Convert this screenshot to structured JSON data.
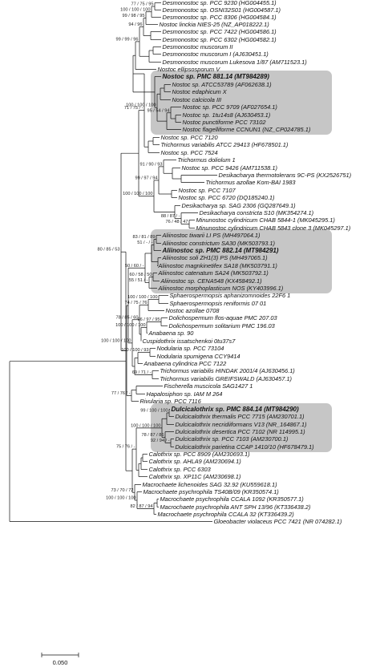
{
  "highlight_color": "#c6c6c6",
  "scale_bar": {
    "label": "0.050"
  },
  "taxa": [
    {
      "id": "t1",
      "label": "Desmonostoc sp. PCC 9230 (HG004455.1)"
    },
    {
      "id": "t2",
      "label": "Desmonostoc sp. OSNI32S01 (HG004587.1)"
    },
    {
      "id": "t3",
      "label": "Desmonostoc sp. PCC 8306 (HG004584.1)"
    },
    {
      "id": "t4",
      "label": "Nostoc linckia NIES-25 (NZ_AP018222.1)"
    },
    {
      "id": "t5",
      "label": "Desmonostoc sp. PCC 7422 (HG004586.1)"
    },
    {
      "id": "t6",
      "label": "Desmonostoc sp. PCC 6302 (HG004582.1)"
    },
    {
      "id": "t7",
      "label": "Desmonostoc muscorum II"
    },
    {
      "id": "t8",
      "label": "Desmonostoc muscorum I (AJ630451.1)"
    },
    {
      "id": "t9",
      "label": "Desmonostoc muscorum Lukesova 1/87 (AM711523.1)"
    },
    {
      "id": "t10",
      "label": "Nostoc ellipsosporum V"
    },
    {
      "id": "t11",
      "label": "Nostoc sp. PMC 881.14 (MT984289)"
    },
    {
      "id": "t12",
      "label": "Nostoc sp. ATCC53789 (AF062638.1)"
    },
    {
      "id": "t13",
      "label": "Nostoc edaphicum X"
    },
    {
      "id": "t14",
      "label": "Nostoc calcicola III"
    },
    {
      "id": "t15",
      "label": "Nostoc sp. PCC 9709 (AF027654.1)"
    },
    {
      "id": "t16",
      "label": "Nostoc sp. 1tu14s8 (AJ630453.1)"
    },
    {
      "id": "t17",
      "label": "Nostoc punctiforme PCC 73102"
    },
    {
      "id": "t18",
      "label": "Nostoc flagelliforme CCNUN1 (NZ_CP024785.1)"
    },
    {
      "id": "t19",
      "label": "Nostoc sp. PCC 7120"
    },
    {
      "id": "t20",
      "label": "Trichormus variabilis ATCC 29413 (HF678501.1)"
    },
    {
      "id": "t21",
      "label": "Nostoc sp. PCC 7524"
    },
    {
      "id": "t22",
      "label": "Trichormus doliolum 1"
    },
    {
      "id": "t23",
      "label": "Nostoc sp. PCC 9426 (AM711538.1)"
    },
    {
      "id": "t24",
      "label": "Desikacharya thermotolerans 9C-PS (KX2526751)"
    },
    {
      "id": "t25",
      "label": "Trichormus azollae Kom-BAI 1983"
    },
    {
      "id": "t26",
      "label": "Nostoc sp. PCC 7107"
    },
    {
      "id": "t27",
      "label": "Nostoc sp. PCC 6720 (DQ185240.1)"
    },
    {
      "id": "t28",
      "label": "Desikacharya sp. SAG 2306 (GQ287649.1)"
    },
    {
      "id": "t29",
      "label": "Desikacharya constricta S10 (MK354274.1)"
    },
    {
      "id": "t30",
      "label": "Minunostoc cylindricum CHAB 5844-1 (MK045295.1)"
    },
    {
      "id": "t31",
      "label": "Minunostoc cylindricum CHAB 5843 clone 3 (MK045297.1)"
    },
    {
      "id": "t32",
      "label": "Aliinostoc tiwarii LI PS (MH497064.1)"
    },
    {
      "id": "t33",
      "label": "Aliinostoc constrictum SA30 (MK503793.1)"
    },
    {
      "id": "t34",
      "label": "Aliinostoc sp. PMC 882.14 (MT984291)"
    },
    {
      "id": "t35",
      "label": "Aliinostoc soli ZH1(3) PS (MH497065.1)"
    },
    {
      "id": "t36",
      "label": "Aliinostoc magnkinetifex SA18 (MK503791.1)"
    },
    {
      "id": "t37",
      "label": "Aliinostoc catenatum SA24 (MK503792.1)"
    },
    {
      "id": "t38",
      "label": "Aliinostoc sp. CENA548 (KX458492.1)"
    },
    {
      "id": "t39",
      "label": "Aliinostoc morphoplasticum NOS (KY403996.1)"
    },
    {
      "id": "t40",
      "label": "Sphaerospermopsis aphanizomnoides 22F6 1"
    },
    {
      "id": "t41",
      "label": "Sphaerospermopsis reniformis 07 01"
    },
    {
      "id": "t42",
      "label": "Nostoc azollae 0708"
    },
    {
      "id": "t43",
      "label": "Dolichospermum flos-aquae PMC 207.03"
    },
    {
      "id": "t44",
      "label": "Dolichospermum solitarium PMC 196.03"
    },
    {
      "id": "t45",
      "label": "Anabaena sp. 90"
    },
    {
      "id": "t46",
      "label": "Cuspidothrix issatschenkoi 0tu37s7"
    },
    {
      "id": "t47",
      "label": "Nodularia sp. PCC 73104"
    },
    {
      "id": "t48",
      "label": "Nodularia spumigena CCY9414"
    },
    {
      "id": "t49",
      "label": "Anabaena cylindrica PCC 7122"
    },
    {
      "id": "t50",
      "label": "Trichormus variabilis HINDAK 2001/4 (AJ630456.1)"
    },
    {
      "id": "t51",
      "label": "Trichormus variabilis GREIFSWALD (AJ630457.1)"
    },
    {
      "id": "t52",
      "label": "Fischerella muscicola SAG1427 1"
    },
    {
      "id": "t53",
      "label": "Hapalosiphon sp. IAM M 264"
    },
    {
      "id": "t54",
      "label": "Rivularia sp. PCC 7116"
    },
    {
      "id": "t55",
      "label": "Dulcicalothrix sp. PMC 884.14 (MT984290)"
    },
    {
      "id": "t56",
      "label": "Dulcicalothrix thermalis PCC 7715 (AM230701.1)"
    },
    {
      "id": "t57",
      "label": "Dulcicalothrix necridiiformans V13 (NR_164867.1)"
    },
    {
      "id": "t58",
      "label": "Dulcicalothrix desertica PCC 7102 (NR 114995.1)"
    },
    {
      "id": "t59",
      "label": "Dulcicalothrix sp. PCC 7103 (AM230700.1)"
    },
    {
      "id": "t60",
      "label": "Dulcicalothrix parietina CCAP 1410/10 (HF678479.1)"
    },
    {
      "id": "t61",
      "label": "Calothrix sp. PCC 8909 (AM230693.1)"
    },
    {
      "id": "t62",
      "label": "Calothrix sp. AHLA9 (AM230694.1)"
    },
    {
      "id": "t63",
      "label": "Calothrix sp. PCC 6303"
    },
    {
      "id": "t64",
      "label": "Calothrix sp. XP11C (AM230698.1)"
    },
    {
      "id": "t65",
      "label": "Macrochaete lichenoides SAG 32.92 (KU559618.1)"
    },
    {
      "id": "t66",
      "label": "Macrochaete psychrophila TS40B/09 (KR350574.1)"
    },
    {
      "id": "t67",
      "label": "Macrochaete psychrophila CCALA 1092 (KR350577.1)"
    },
    {
      "id": "t68",
      "label": "Macrochaete psychrophila ANT SPH 13/96 (KT336438.2)"
    },
    {
      "id": "t69",
      "label": "Macrochaete psychrophila CCALA 32 (KT336439.2)"
    },
    {
      "id": "t70",
      "label": "Gloeobacter violaceus PCC 7421 (NR 074282.1)"
    }
  ],
  "support_values": [
    {
      "id": "s1",
      "text": "77 / 75 / 95"
    },
    {
      "id": "s2",
      "text": "100 / 100 / 100"
    },
    {
      "id": "s3",
      "text": "99 / 98 / 95"
    },
    {
      "id": "s4",
      "text": "94 / 96"
    },
    {
      "id": "s5",
      "text": "99 / 99 / 96"
    },
    {
      "id": "s6",
      "text": "100 / 100 / 100"
    },
    {
      "id": "s7",
      "text": "95 / 54 / 94"
    },
    {
      "id": "s8",
      "text": "71 / 75 / -"
    },
    {
      "id": "s9",
      "text": "91 / 90 / 93"
    },
    {
      "id": "s10",
      "text": "99 / 97 / 94"
    },
    {
      "id": "s11",
      "text": "88 / 87 / -"
    },
    {
      "id": "s12",
      "text": "76 / 48 / 47"
    },
    {
      "id": "s13",
      "text": "100 / 100 / 100"
    },
    {
      "id": "s14",
      "text": "80 / 85 / 53"
    },
    {
      "id": "s15",
      "text": "83 / 81 / 89"
    },
    {
      "id": "s16",
      "text": "51 / - / -"
    },
    {
      "id": "s17",
      "text": "50 / 60 / -"
    },
    {
      "id": "s18",
      "text": "60 / 58 / 50"
    },
    {
      "id": "s19",
      "text": "55 / 51 / -"
    },
    {
      "id": "s20",
      "text": "100 / 100 / 100"
    },
    {
      "id": "s21",
      "text": "74 / 75 / 76"
    },
    {
      "id": "s22",
      "text": "96 / 97 / 95"
    },
    {
      "id": "s23",
      "text": "100 / 100 / 100"
    },
    {
      "id": "s24",
      "text": "78 / 85 / 60"
    },
    {
      "id": "s25",
      "text": "100 / 100 / 93"
    },
    {
      "id": "s26",
      "text": "69 / 71 / -"
    },
    {
      "id": "s27",
      "text": "100 / 100 / 100"
    },
    {
      "id": "s28",
      "text": "77 / 76 / -"
    },
    {
      "id": "s29",
      "text": "99 / 100 / 100"
    },
    {
      "id": "s30",
      "text": "78 / 87 / 86"
    },
    {
      "id": "s31",
      "text": "92 / 94 / -"
    },
    {
      "id": "s32",
      "text": "100 / 100 / 100"
    },
    {
      "id": "s33",
      "text": "75 / 76 / -"
    },
    {
      "id": "s34",
      "text": "73 / 70 / 72"
    },
    {
      "id": "s35",
      "text": "100 / 100 / 100"
    },
    {
      "id": "s36",
      "text": "82 / 87 / 94"
    }
  ]
}
